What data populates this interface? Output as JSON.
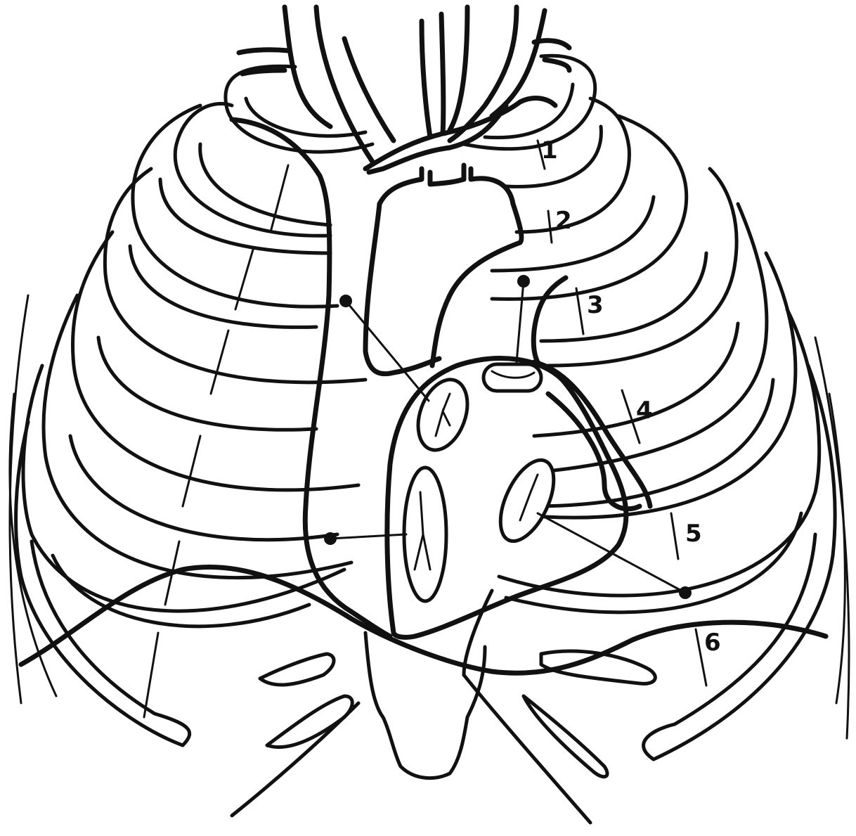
{
  "diagram": {
    "rib_labels": [
      {
        "id": "rib-1",
        "text": "1"
      },
      {
        "id": "rib-2",
        "text": "2"
      },
      {
        "id": "rib-3",
        "text": "3"
      },
      {
        "id": "rib-4",
        "text": "4"
      },
      {
        "id": "rib-5",
        "text": "5"
      },
      {
        "id": "rib-6",
        "text": "6"
      }
    ],
    "auscultation_points": 4,
    "valves": 4,
    "colors": {
      "line": "#111111",
      "background": "#ffffff"
    }
  }
}
